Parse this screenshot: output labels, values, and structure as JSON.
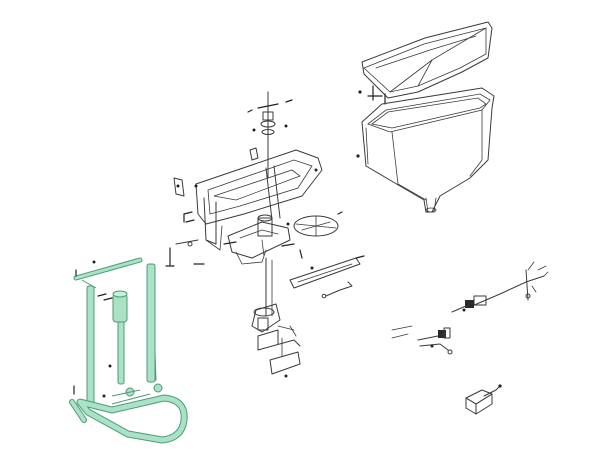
{
  "diagram": {
    "colors": {
      "background": "#ffffff",
      "outline": "#3a3a3a",
      "frame_tan": "#ead9b5",
      "hopper_cream": "#f8f0c6",
      "lid_cream": "#fbf2cb",
      "stand_green": "#a9e2c4",
      "stand_outline": "#4f9a78",
      "spinner_tan": "#ecdab0",
      "connector_green": "#7fa87a",
      "connector_dark": "#2a2a2a"
    },
    "parts": [
      "hopper-lid",
      "hopper",
      "spreader-frame",
      "spinner-disc",
      "motor-assembly",
      "gate-bracket",
      "mounting-plate",
      "floor-stand",
      "wiring-harness",
      "connector-plug",
      "switch-module"
    ]
  }
}
